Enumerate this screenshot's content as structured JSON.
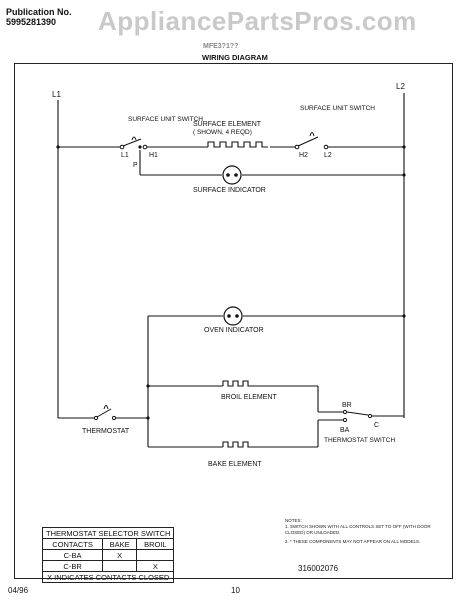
{
  "header": {
    "publication_label": "Publication No.",
    "publication_number": "5995281390",
    "model_code": "MFE3?1??",
    "diagram_title": "WIRING DIAGRAM",
    "watermark": "AppliancePartsPros.com"
  },
  "diagram": {
    "line_left": "L1",
    "line_right": "L2",
    "surface_switch_left": "SURFACE UNIT SWITCH",
    "switch_l1": "L1",
    "switch_h1": "H1",
    "switch_p": "P",
    "surface_element": "SURFACE ELEMENT",
    "surface_element_note": "( SHOWN, 4 REQD)",
    "surface_switch_right": "SURFACE UNIT SWITCH",
    "switch_h2": "H2",
    "switch_l2": "L2",
    "surface_indicator": "SURFACE INDICATOR",
    "oven_indicator": "OVEN INDICATOR",
    "broil_element": "BROIL ELEMENT",
    "bake_element": "BAKE ELEMENT",
    "thermostat": "THERMOSTAT",
    "terminal_br": "BR",
    "terminal_ba": "BA",
    "terminal_c": "C",
    "thermostat_switch": "THERMOSTAT SWITCH"
  },
  "selector_table": {
    "title": "THERMOSTAT SELECTOR SWITCH",
    "headers": [
      "CONTACTS",
      "BAKE",
      "BROIL"
    ],
    "rows": [
      [
        "C-BA",
        "X",
        ""
      ],
      [
        "C-BR",
        "",
        "X"
      ]
    ],
    "footnote": "X INDICATES CONTACTS CLOSED"
  },
  "notes": {
    "title": "NOTES:",
    "note1": "1. SWITCH SHOWN WITH ALL CONTROLS SET TO OFF (WITH DOOR CLOSED) OR UNLOADED.",
    "note2": "2. * THESE COMPONENTS MAY NOT APPEAR ON ALL MODELS."
  },
  "footer": {
    "part_number": "316002076",
    "date": "04/96",
    "page": "10"
  }
}
